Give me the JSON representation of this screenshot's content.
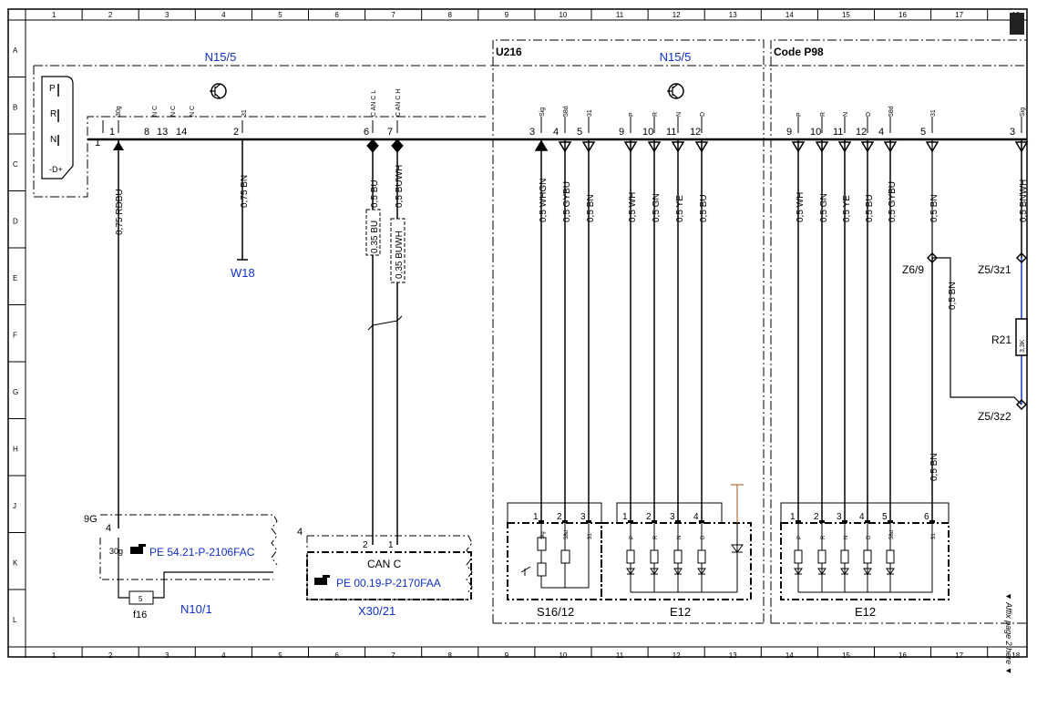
{
  "grid": {
    "columns": [
      "1",
      "2",
      "3",
      "4",
      "5",
      "6",
      "7",
      "8",
      "9",
      "10",
      "11",
      "12",
      "13",
      "14",
      "15",
      "16",
      "17",
      "18"
    ],
    "rows": [
      "A",
      "B",
      "C",
      "D",
      "E",
      "F",
      "G",
      "H",
      "J",
      "K",
      "L"
    ]
  },
  "sections": {
    "left_title": "N15/5",
    "u216_label": "U216",
    "u216_title": "N15/5",
    "code_label": "Code P98"
  },
  "selector": {
    "p": "P",
    "r": "R",
    "n": "N",
    "d": "-D+"
  },
  "left_pins": {
    "p1": "1",
    "p8": "8",
    "p13": "13",
    "p14": "14",
    "p2": "2",
    "p6": "6",
    "p7": "7",
    "pin1_outer": "1"
  },
  "left_sig": {
    "s30g": "30g",
    "nc1": "N C",
    "nc2": "N C",
    "nc3": "N C",
    "s31": "31",
    "canl": "C AN C L",
    "canh": "C AN C H"
  },
  "left_wires": {
    "w1": "0,75 RDBU",
    "w2": "0,75 BN",
    "w3": "0,5 BU",
    "w4": "0,5 BUWH",
    "w3b": "0,35 BU",
    "w4b": "0,35 BUWH"
  },
  "w18": "W18",
  "n101": {
    "pin9g": "9G",
    "pin4": "4",
    "s30g": "30g",
    "ref": "PE 54.21-P-2106FAC",
    "fuse_num": "5",
    "fuse": "f16",
    "name": "N10/1"
  },
  "x3021": {
    "num": "4",
    "pin2": "2",
    "pin1": "1",
    "title": "CAN C",
    "ref": "PE 00.19-P-2170FAA",
    "name": "X30/21"
  },
  "u_pins": [
    "3",
    "4",
    "5",
    "9",
    "10",
    "11",
    "12"
  ],
  "u_sig": [
    "Sig",
    "58d",
    "31",
    "P",
    "R",
    "N",
    "D"
  ],
  "u_wires": [
    "0,5 WHGN",
    "0,5 GYBU",
    "0,5 BN",
    "0,5 WH",
    "0,5 GN",
    "0,5 YE",
    "0,5 BU"
  ],
  "c_pins": [
    "9",
    "10",
    "11",
    "12",
    "4",
    "5",
    "3"
  ],
  "c_sig": [
    "P",
    "R",
    "N",
    "D",
    "58d",
    "31",
    "Sig"
  ],
  "c_wires": [
    "0,5 WH",
    "0,5 GN",
    "0,5 YE",
    "0,5 BU",
    "0,5 GYBU",
    "0,5 BN",
    "0,5 BNWH"
  ],
  "s1612_pins": [
    "1",
    "2",
    "3"
  ],
  "e12a_pins": [
    "1",
    "2",
    "3",
    "4"
  ],
  "e12b_pins": [
    "1",
    "2",
    "3",
    "4",
    "5",
    "6"
  ],
  "e12b_sig": [
    "P",
    "R",
    "N",
    "D",
    "58d",
    "31"
  ],
  "e12a_sig": [
    "P",
    "R",
    "N",
    "D"
  ],
  "s1612_sig": [
    "Sig",
    "58d",
    "31"
  ],
  "names": {
    "s1612": "S16/12",
    "e12a": "E12",
    "e12b": "E12"
  },
  "right": {
    "z69": "Z6/9",
    "z53z1": "Z5/3z1",
    "z53z2": "Z5/3z2",
    "r21": "R21",
    "r21val": "3,3K",
    "bn_mid": "0,5 BN",
    "bn_low": "0,5 BN"
  },
  "affix": "▼ Affix page 2 here ▼",
  "colors": {
    "label_blue": "#1030c8",
    "resistor_wire": "#1a3ad0",
    "diode_lead": "#b07040"
  }
}
